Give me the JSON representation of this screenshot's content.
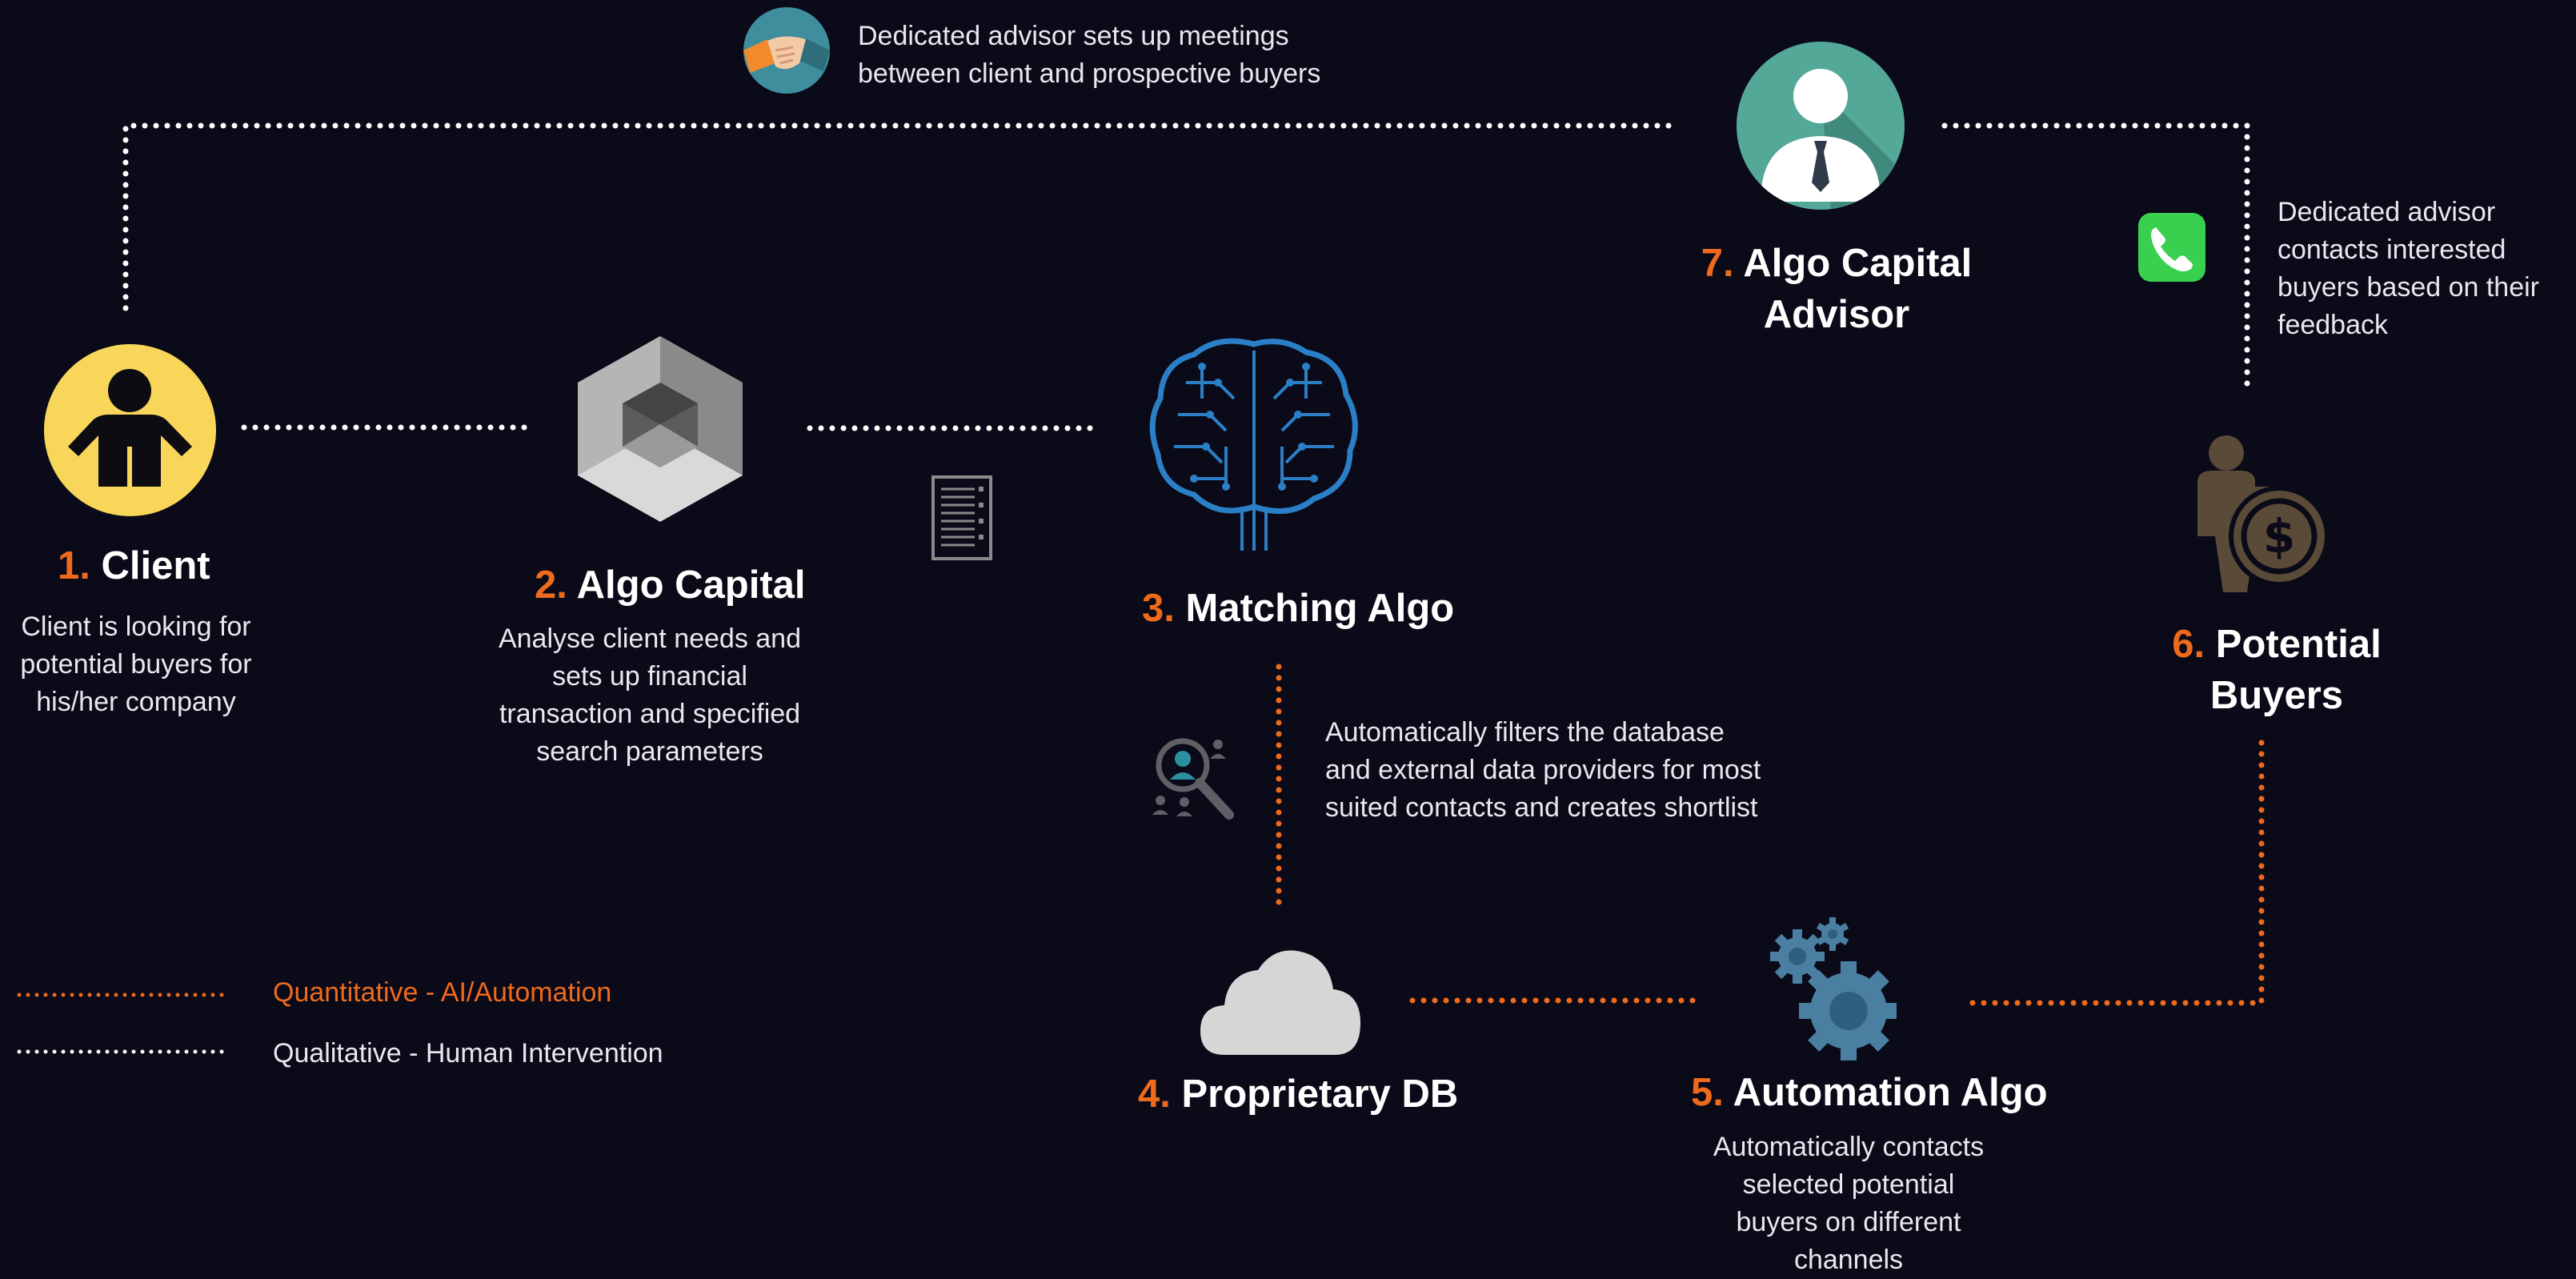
{
  "colors": {
    "background": "#0a0a18",
    "accent_orange": "#ee6a1c",
    "dotted_white": "#ffffff",
    "client_yellow": "#f8d65a",
    "advisor_teal": "#54a898",
    "brain_blue": "#2b7fc6",
    "buyers_brown": "#5a4a38",
    "phone_green": "#3ad04f",
    "cloud_gray": "#d6d6d6",
    "gear_blue": "#4b7fa2"
  },
  "nodes": {
    "client": {
      "num": "1.",
      "title": "Client",
      "desc": [
        "Client is looking for",
        "potential buyers for",
        "his/her company"
      ],
      "icon": "person-icon"
    },
    "algo_capital": {
      "num": "2.",
      "title": "Algo Capital",
      "desc": [
        "Analyse client needs and",
        "sets up financial",
        "transaction and specified",
        "search parameters"
      ],
      "icon": "hexagon-cube-icon"
    },
    "matching": {
      "num": "3.",
      "title": "Matching Algo",
      "icon": "circuit-brain-icon"
    },
    "db": {
      "num": "4.",
      "title": "Proprietary DB",
      "icon": "cloud-icon"
    },
    "automation": {
      "num": "5.",
      "title": "Automation Algo",
      "desc": [
        "Automatically contacts",
        "selected potential",
        "buyers on different",
        "channels"
      ],
      "icon": "gears-icon"
    },
    "buyers": {
      "num": "6.",
      "title_lines": [
        "Potential",
        "Buyers"
      ],
      "icon": "investor-money-icon"
    },
    "advisor": {
      "num": "7.",
      "title_lines": [
        "Algo Capital",
        "Advisor"
      ],
      "icon": "advisor-avatar-icon"
    }
  },
  "annotations": {
    "meetings": [
      "Dedicated advisor sets up meetings",
      "between client and prospective buyers"
    ],
    "contacts": [
      "Dedicated advisor",
      "contacts interested",
      "buyers based on their",
      "feedback"
    ],
    "filters": [
      "Automatically filters the database",
      "and external data providers for most",
      "suited contacts and creates shortlist"
    ]
  },
  "legend": {
    "quantitative": "Quantitative - AI/Automation",
    "qualitative": "Qualitative - Human Intervention"
  }
}
